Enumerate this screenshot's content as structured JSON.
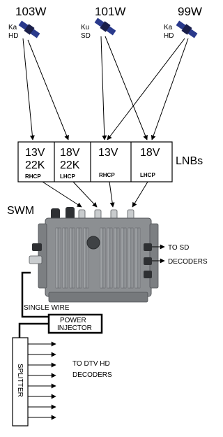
{
  "satellites": [
    {
      "name": "103W",
      "band1": "Ka",
      "band2": "HD"
    },
    {
      "name": "101W",
      "band1": "Ku",
      "band2": "SD"
    },
    {
      "name": "99W",
      "band1": "Ka",
      "band2": "HD"
    }
  ],
  "lnb_boxes": [
    {
      "line1": "13V",
      "line2": "22K",
      "pol": "RHCP"
    },
    {
      "line1": "18V",
      "line2": "22K",
      "pol": "LHCP"
    },
    {
      "line1": "13V",
      "line2": "",
      "pol": "RHCP"
    },
    {
      "line1": "18V",
      "line2": "",
      "pol": "LHCP"
    }
  ],
  "lnbs_label": "LNBs",
  "swm_label": "SWM",
  "to_sd_line1": "TO SD",
  "to_sd_line2": "DECODERS",
  "single_wire_label": "SINGLE WIRE",
  "power_injector_line1": "POWER",
  "power_injector_line2": "INJECTOR",
  "splitter_label": "SPLITTER",
  "hd_decoders_line1": "TO DTV HD",
  "hd_decoders_line2": "DECODERS",
  "colors": {
    "satellite_body": "#1a1f4a",
    "satellite_panel": "#2a3a8c",
    "swm_body": "#8c8f92",
    "swm_dark": "#4f5256"
  }
}
